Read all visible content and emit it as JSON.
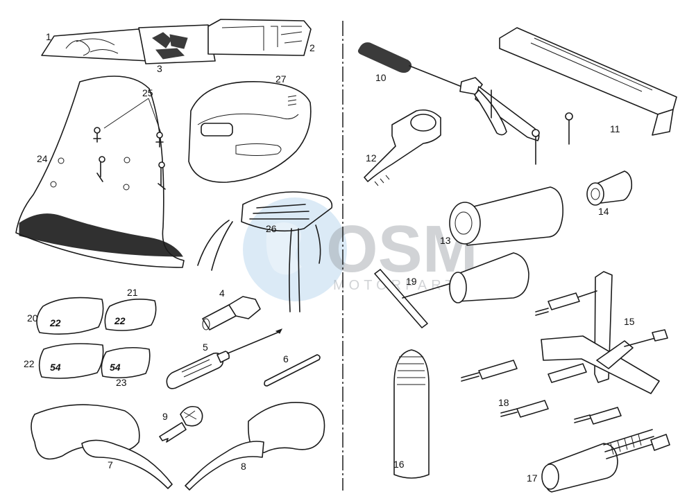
{
  "diagram": {
    "callouts": [
      {
        "id": "1",
        "text": "1"
      },
      {
        "id": "2",
        "text": "2"
      },
      {
        "id": "3",
        "text": "3"
      },
      {
        "id": "4",
        "text": "4"
      },
      {
        "id": "5",
        "text": "5"
      },
      {
        "id": "6",
        "text": "6"
      },
      {
        "id": "7",
        "text": "7"
      },
      {
        "id": "8",
        "text": "8"
      },
      {
        "id": "9",
        "text": "9"
      },
      {
        "id": "10",
        "text": "10"
      },
      {
        "id": "11",
        "text": "11"
      },
      {
        "id": "12",
        "text": "12"
      },
      {
        "id": "13",
        "text": "13"
      },
      {
        "id": "14",
        "text": "14"
      },
      {
        "id": "15",
        "text": "15"
      },
      {
        "id": "16",
        "text": "16"
      },
      {
        "id": "17",
        "text": "17"
      },
      {
        "id": "18",
        "text": "18"
      },
      {
        "id": "19",
        "text": "19"
      },
      {
        "id": "20",
        "text": "20"
      },
      {
        "id": "21",
        "text": "21"
      },
      {
        "id": "22",
        "text": "22"
      },
      {
        "id": "23",
        "text": "23"
      },
      {
        "id": "24",
        "text": "24"
      },
      {
        "id": "25",
        "text": "25"
      },
      {
        "id": "26",
        "text": "26"
      },
      {
        "id": "27",
        "text": "27"
      }
    ],
    "decal_numbers": {
      "decal_20": "22",
      "decal_21": "22",
      "decal_22": "54",
      "decal_23": "54"
    }
  },
  "watermark": {
    "logo_text": "OSM",
    "tagline": "MOTORPARTS",
    "colors": {
      "globe": "#7fb3e0",
      "text": "#9aa0a6"
    }
  }
}
